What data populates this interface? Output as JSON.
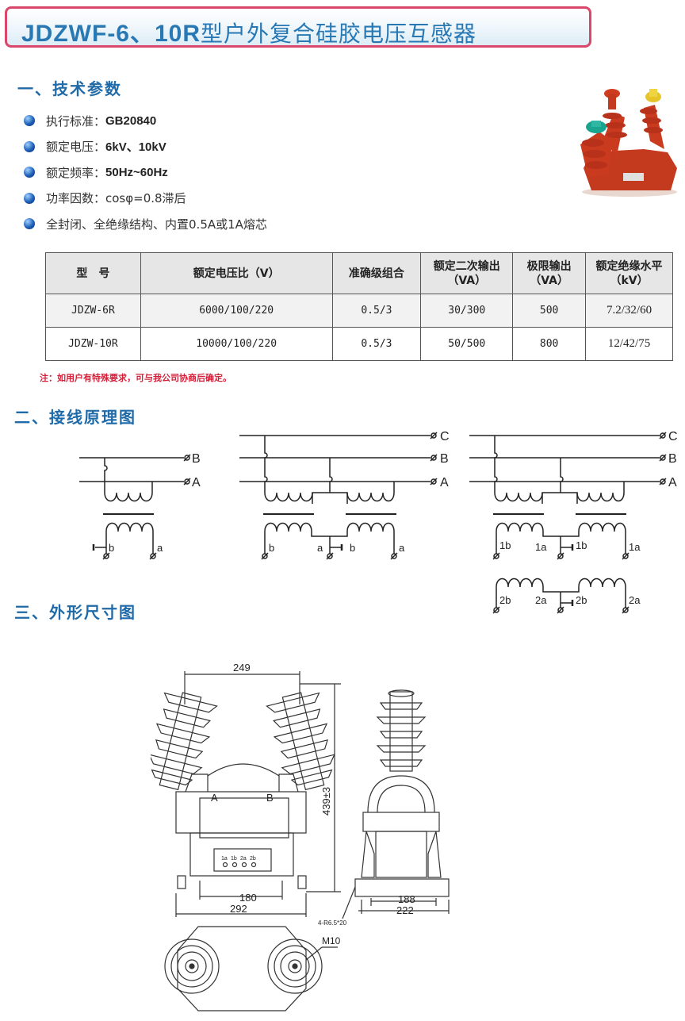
{
  "title": {
    "model": "JDZWF-6、10R",
    "name": "型户外复合硅胶电压互感器"
  },
  "sections": {
    "tech_params": "一、技术参数",
    "wiring": "二、接线原理图",
    "dimensions": "三、外形尺寸图"
  },
  "params": [
    {
      "label": "执行标准：",
      "value": "GB20840"
    },
    {
      "label": "额定电压：",
      "value": "6kV、10kV"
    },
    {
      "label": "额定频率：",
      "value": "50Hz~60Hz"
    },
    {
      "label": "功率因数：cosφ=0.8滞后",
      "value": ""
    },
    {
      "label": "全封闭、全绝缘结构、内置0.5A或1A熔芯",
      "value": ""
    }
  ],
  "table": {
    "headers": [
      "型　号",
      "额定电压比（V）",
      "准确级组合",
      "额定二次输出\n（VA）",
      "极限输出\n（VA）",
      "额定绝缘水平\n（kV）"
    ],
    "rows": [
      [
        "JDZW-6R",
        "6000/100/220",
        "0.5/3",
        "30/300",
        "500",
        "7.2/32/60"
      ],
      [
        "JDZW-10R",
        "10000/100/220",
        "0.5/3",
        "50/500",
        "800",
        "12/42/75"
      ]
    ]
  },
  "note": "注：如用户有特殊要求，可与我公司协商后确定。",
  "wiring_labels": {
    "A": "A",
    "B": "B",
    "C": "C",
    "a": "a",
    "b": "b",
    "1a": "1a",
    "1b": "1b",
    "2a": "2a",
    "2b": "2b"
  },
  "dimensions": {
    "d249": "249",
    "d439": "439±3",
    "d180": "180",
    "d292": "292",
    "d188": "188",
    "d222": "222",
    "hole": "4-R6.5*20",
    "m10": "M10",
    "term_A": "A",
    "term_B": "B",
    "terminal_block": [
      "1a",
      "1b",
      "2a",
      "2b"
    ]
  },
  "colors": {
    "title_border": "#d9476a",
    "title_text": "#2878b4",
    "heading": "#1f6aa8",
    "note": "#d2213a",
    "product_body": "#c93a1f"
  }
}
